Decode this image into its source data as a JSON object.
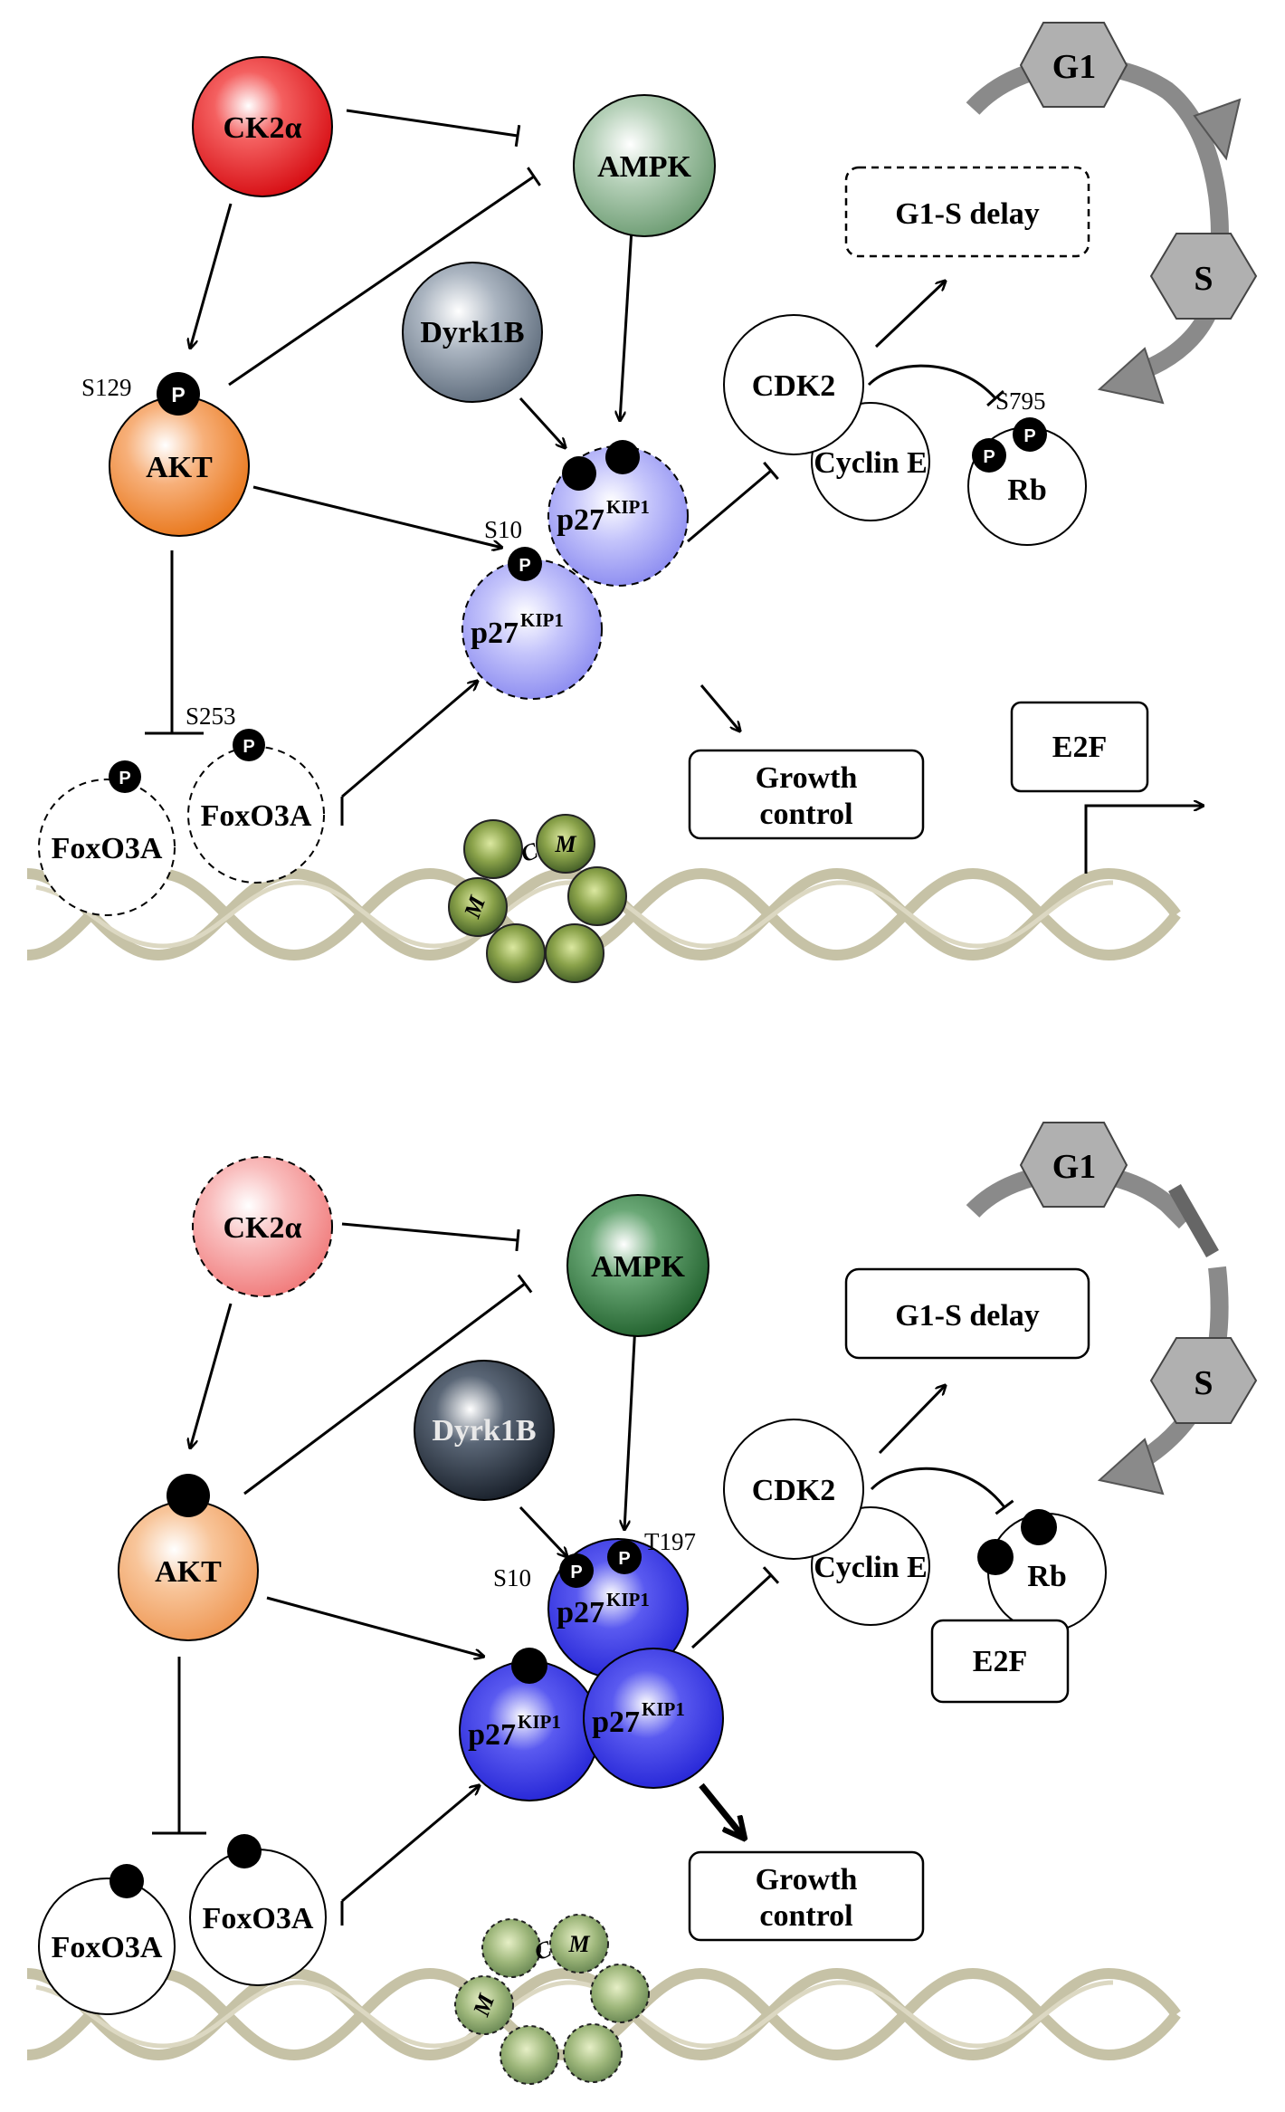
{
  "panels": [
    {
      "id": "top",
      "labels": {
        "ck2": "CK2α",
        "ampk": "AMPK",
        "dyrk1b": "Dyrk1B",
        "akt": "AKT",
        "akt_site": "S129",
        "p27_a": "p27",
        "p27_b": "p27",
        "p27_sup_a": "KIP1",
        "p27_sup_b": "KIP1",
        "p27_site": "S10",
        "foxo_a": "FoxO3A",
        "foxo_b": "FoxO3A",
        "foxo_site": "S253",
        "cdk2": "CDK2",
        "cyclin": "Cyclin E",
        "rb": "Rb",
        "rb_site": "S795",
        "g1s_delay": "G1-S delay",
        "growth_l1": "Growth",
        "growth_l2": "control",
        "e2f": "E2F",
        "g1": "G1",
        "s": "S",
        "p": "P",
        "mcm_m1": "M",
        "mcm_c": "C",
        "mcm_m2": "M"
      },
      "colors": {
        "ck2": "#e8141b",
        "ampk": "#85ad8a",
        "dyrk1b": "#7b8897",
        "akt": "#f08a3a",
        "p27": "#9a9af5"
      }
    },
    {
      "id": "bottom",
      "labels": {
        "ck2": "CK2α",
        "ampk": "AMPK",
        "dyrk1b": "Dyrk1B",
        "akt": "AKT",
        "p27_a": "p27",
        "p27_b": "p27",
        "p27_c": "p27",
        "p27_sup_a": "KIP1",
        "p27_sup_b": "KIP1",
        "p27_sup_c": "KIP1",
        "p27_site_a": "S10",
        "p27_site_b": "T197",
        "foxo_a": "FoxO3A",
        "foxo_b": "FoxO3A",
        "cdk2": "CDK2",
        "cyclin": "Cyclin E",
        "rb": "Rb",
        "g1s_delay": "G1-S delay",
        "growth_l1": "Growth",
        "growth_l2": "control",
        "e2f": "E2F",
        "g1": "G1",
        "s": "S",
        "p": "P",
        "mcm_m1": "M",
        "mcm_c": "C",
        "mcm_m2": "M"
      },
      "colors": {
        "ck2": "#f59a9a",
        "ampk": "#2f7a3a",
        "dyrk1b": "#2a3340",
        "akt": "#f0a46a",
        "p27": "#2a2ae0"
      }
    }
  ]
}
